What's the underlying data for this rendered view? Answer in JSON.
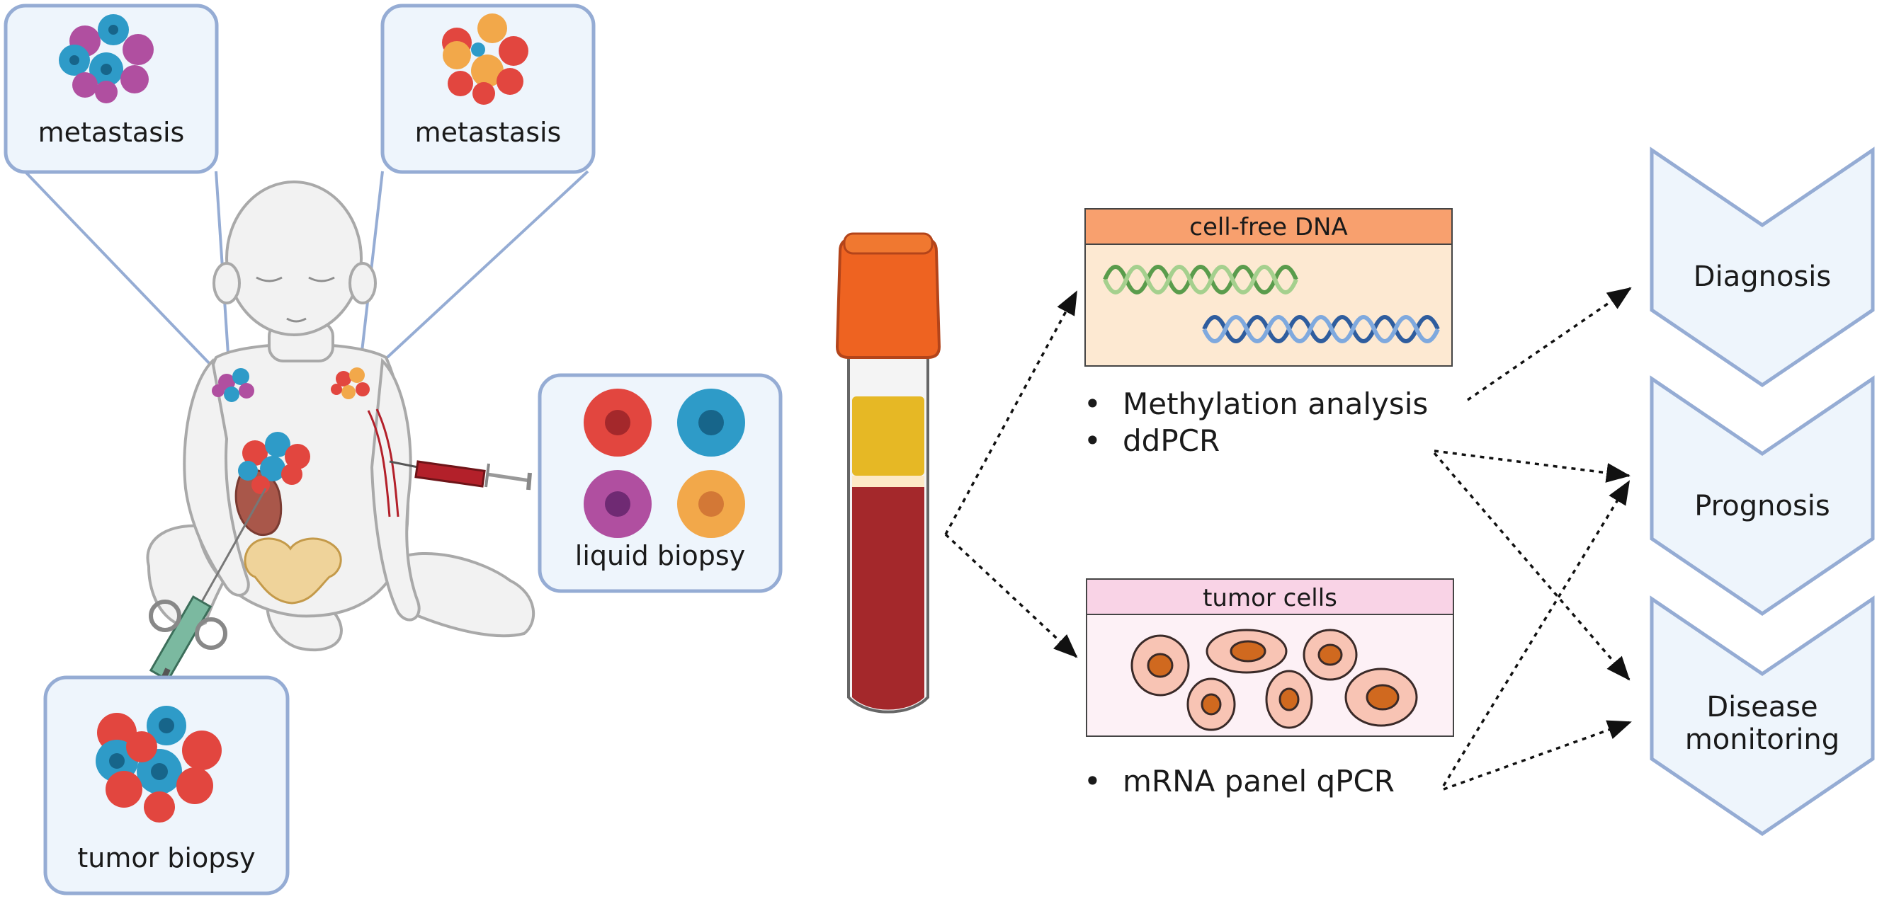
{
  "callouts": {
    "metastasis_left": "metastasis",
    "metastasis_right": "metastasis",
    "liquid_biopsy": "liquid biopsy",
    "tumor_biopsy": "tumor biopsy"
  },
  "analytes": {
    "cfdna": {
      "title": "cell-free DNA",
      "methods": [
        "Methylation analysis",
        "ddPCR"
      ]
    },
    "tumor_cells": {
      "title": "tumor cells",
      "methods": [
        "mRNA panel qPCR"
      ]
    }
  },
  "outcomes": {
    "diagnosis": "Diagnosis",
    "prognosis": "Prognosis",
    "monitoring_line1": "Disease",
    "monitoring_line2": "monitoring"
  },
  "bullet_glyph": "•",
  "colors": {
    "callout_border": "#95acd4",
    "callout_fill": "#eef5fc",
    "tumor_red": "#e2463f",
    "tumor_blue": "#2e9bc8",
    "tumor_purple": "#b04fa0",
    "tumor_orange": "#f2a84a",
    "cfdna_header": "#f8a06e",
    "cfdna_body": "#fde9d2",
    "tumor_header": "#f9d3e6",
    "tumor_body": "#fdf1f6",
    "tube_cap": "#ee6321",
    "plasma": "#e6b825",
    "blood": "#a4282b"
  }
}
